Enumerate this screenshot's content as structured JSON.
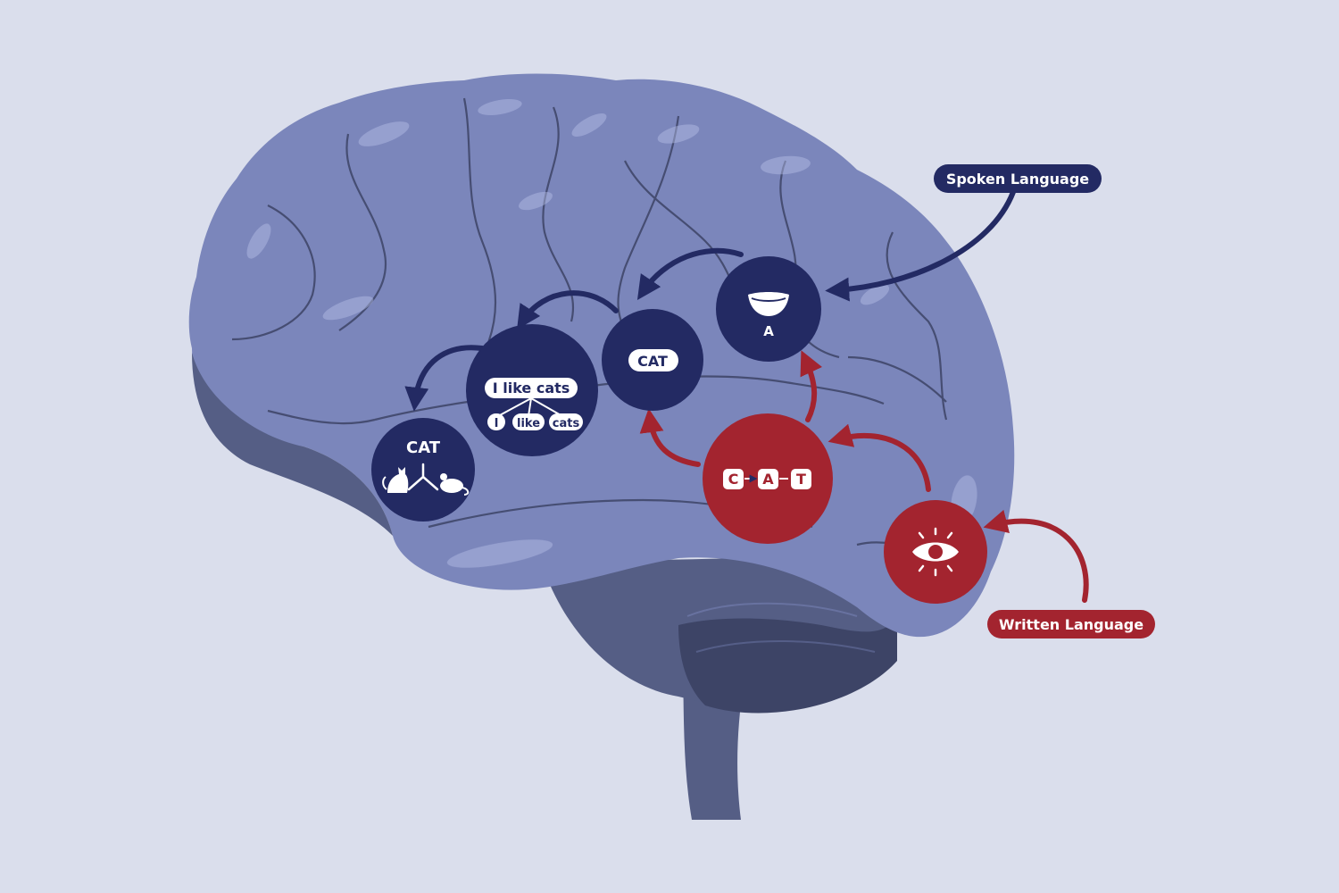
{
  "colors": {
    "background": "#dadeec",
    "brain": "#7b86bb",
    "brain_dark": "#555e85",
    "brain_shadow": "#3d4466",
    "node_blue": "#232a63",
    "node_red": "#a3242f",
    "arrow_blue": "#232a63",
    "arrow_red": "#a3242f"
  },
  "labels": {
    "spoken": "Spoken Language",
    "written": "Written Language"
  },
  "nodes": {
    "mouth": {
      "text": "A"
    },
    "word": {
      "text": "CAT"
    },
    "sentence": {
      "text": "I like cats",
      "parts": [
        "I",
        "like",
        "cats"
      ]
    },
    "meaning": {
      "text": "CAT"
    },
    "letters": {
      "items": [
        "C",
        "A",
        "T"
      ]
    },
    "eye": {}
  },
  "icons": {
    "mouth": "mouth-icon",
    "eye": "eye-icon",
    "cat": "cat-icon",
    "mouse": "mouse-icon"
  }
}
